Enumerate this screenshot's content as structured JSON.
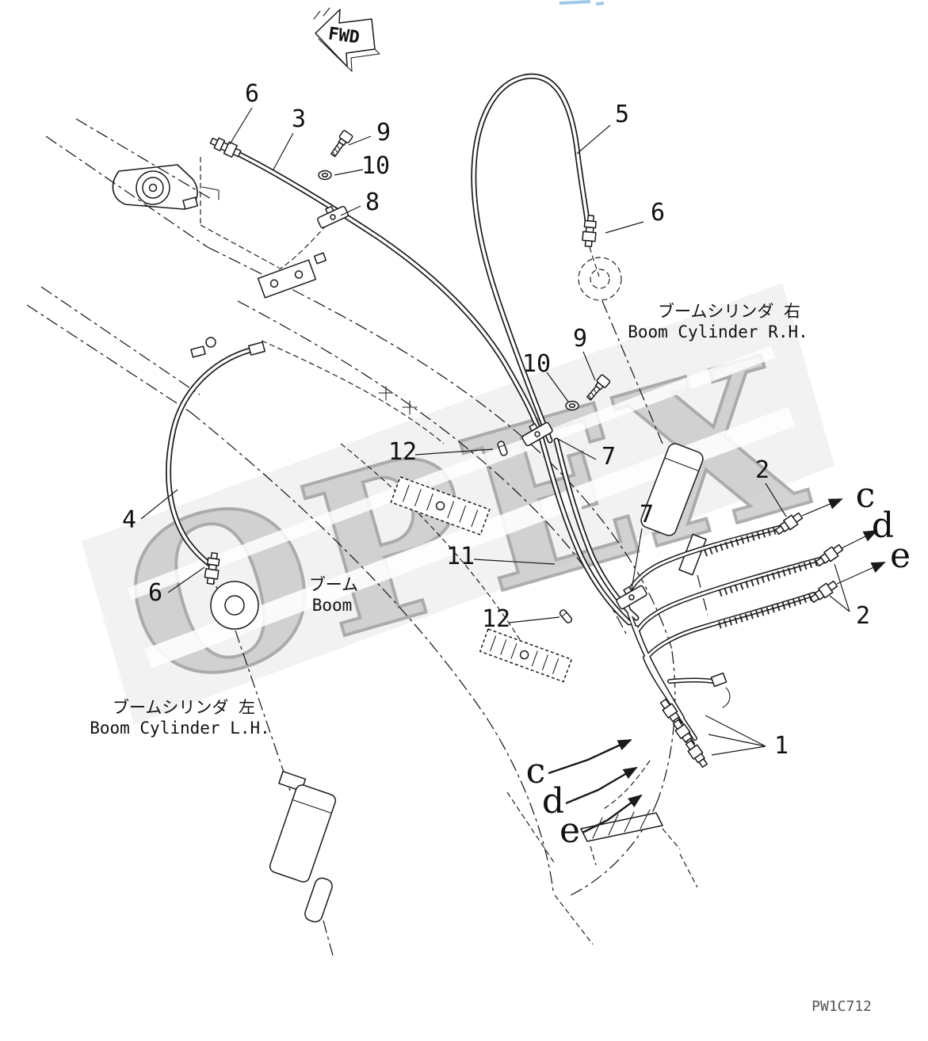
{
  "meta": {
    "drawing_code": "PW1C712",
    "watermark_text": "OPEX",
    "bg_color": "#ffffff",
    "line_color": "#1a1a1a",
    "watermark_gray": "#c9c9c9",
    "artifact_blue": "#9fc9e8"
  },
  "fwd_arrow": {
    "label": "FWD"
  },
  "captions": {
    "boom_cylinder_rh_jp": "ブームシリンダ 右",
    "boom_cylinder_rh_en": "Boom Cylinder R.H.",
    "boom_jp": "ブーム",
    "boom_en": "Boom",
    "boom_cylinder_lh_jp": "ブームシリンダ 左",
    "boom_cylinder_lh_en": "Boom Cylinder L.H."
  },
  "callouts": {
    "n6_top": "6",
    "n3": "3",
    "n9_top": "9",
    "n10_top": "10",
    "n8": "8",
    "n5": "5",
    "n6_right": "6",
    "n9_mid": "9",
    "n10_mid": "10",
    "n12_mid": "12",
    "n7_mid": "7",
    "n2_upper": "2",
    "n4": "4",
    "n7_lower": "7",
    "n6_left": "6",
    "n11": "11",
    "n12_lower": "12",
    "n2_lower": "2",
    "n1": "1"
  },
  "ports": {
    "c": "c",
    "d": "d",
    "e": "e"
  }
}
